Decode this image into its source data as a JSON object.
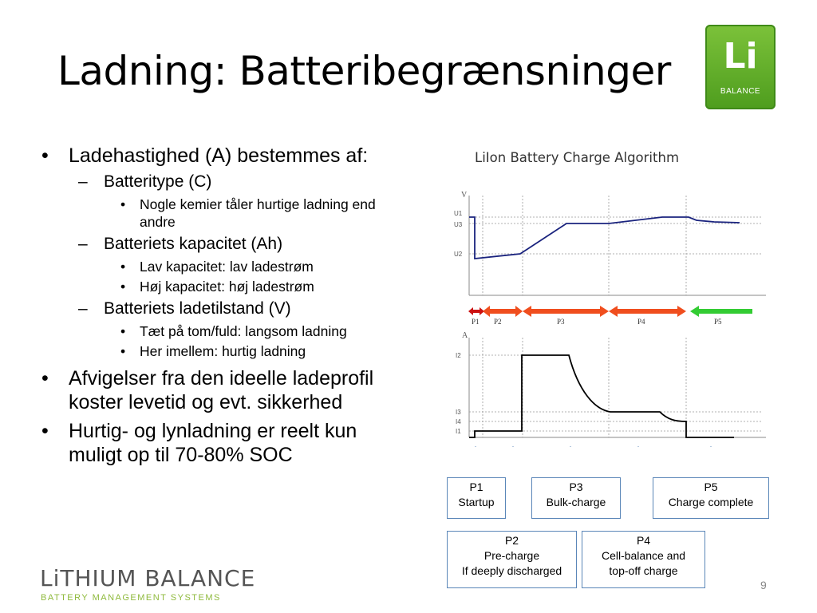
{
  "slide": {
    "title": "Ladning: Batteribegrænsninger",
    "page_number": "9"
  },
  "logo": {
    "main_text": "Li",
    "sub_text": "BALANCE",
    "color": "#6ab42c"
  },
  "bullets": {
    "b1": "Ladehastighed (A) bestemmes af:",
    "b1_1": "Batteritype (C)",
    "b1_1_1": "Nogle kemier tåler hurtige ladning end andre",
    "b1_2": "Batteriets kapacitet (Ah)",
    "b1_2_1": "Lav kapacitet: lav ladestrøm",
    "b1_2_2": "Høj kapacitet: høj ladestrøm",
    "b1_3": "Batteriets ladetilstand (V)",
    "b1_3_1": "Tæt på tom/fuld: langsom ladning",
    "b1_3_2": "Her imellem: hurtig ladning",
    "b2": "Afvigelser fra den ideelle ladeprofil koster levetid og evt. sikkerhed",
    "b3": "Hurtig- og lynladning er reelt kun muligt op til 70-80% SOC"
  },
  "chart": {
    "title": "LiIon Battery Charge Algorithm",
    "voltage_axis": "V",
    "current_axis": "A",
    "voltage_ticks": [
      "U1",
      "U3",
      "U2"
    ],
    "current_ticks": [
      "I2",
      "I3",
      "I4",
      "I1"
    ],
    "phases": [
      "P1",
      "P2",
      "P3",
      "P4",
      "P5"
    ],
    "colors": {
      "line": "#1a237e",
      "red_arrow": "#cc1111",
      "orange_arrow": "#f04e1e",
      "green_arrow": "#33cc33"
    }
  },
  "boxes": {
    "p1": {
      "line1": "P1",
      "line2": "Startup"
    },
    "p2": {
      "line1": "P2",
      "line2": "Pre-charge",
      "line3": "If deeply discharged"
    },
    "p3": {
      "line1": "P3",
      "line2": "Bulk-charge"
    },
    "p4": {
      "line1": "P4",
      "line2": "Cell-balance and",
      "line3": "top-off charge"
    },
    "p5": {
      "line1": "P5",
      "line2": "Charge complete"
    }
  },
  "footer": {
    "brand": "LiTHIUM BALANCE",
    "tagline": "BATTERY MANAGEMENT SYSTEMS"
  }
}
